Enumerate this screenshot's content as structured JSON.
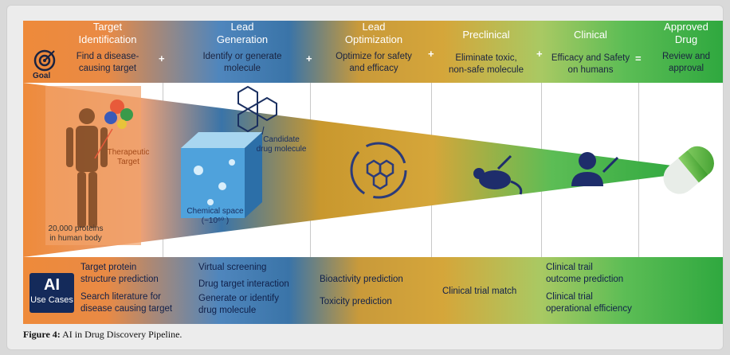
{
  "stages": [
    {
      "title": "Target\nIdentification",
      "desc": "Find a disease-\ncausing target"
    },
    {
      "title": "Lead\nGeneration",
      "desc": "Identify or generate\nmolecule"
    },
    {
      "title": "Lead\nOptimization",
      "desc": "Optimize for safety\nand efficacy"
    },
    {
      "title": "Preclinical",
      "desc": "Eliminate toxic,\nnon-safe molecule"
    },
    {
      "title": "Clinical",
      "desc": "Efficacy and Safety\non humans"
    },
    {
      "title": "Approved\nDrug",
      "desc": "Review and\napproval"
    }
  ],
  "operators": [
    "+",
    "+",
    "+",
    "+",
    "="
  ],
  "goal_label": "Goal",
  "funnel": {
    "body_label": "20,000 proteins\nin human body",
    "target_label": "Therapeutic\nTarget",
    "candidate_label": "Candidate\ndrug molecule",
    "chemical_space_label": "Chemical space\n(~10⁶⁰ )"
  },
  "ai_badge": {
    "big": "AI",
    "small": "Use Cases"
  },
  "use_cases": [
    [
      "Target protein\nstructure prediction",
      "Search literature for\ndisease causing target"
    ],
    [
      "Virtual screening",
      "Drug target interaction",
      "Generate or identify\ndrug molecule"
    ],
    [
      "Bioactivity prediction",
      "Toxicity prediction"
    ],
    [
      "Clinical trial match"
    ],
    [
      "Clinical trail\noutcome prediction",
      "Clinical trial\noperational efficiency"
    ]
  ],
  "caption": {
    "label": "Figure 4:",
    "text": " AI in Drug Discovery Pipeline."
  },
  "colors": {
    "orange": "#ee8a3a",
    "blue": "#3a74a8",
    "gold": "#d5a63a",
    "green": "#2fa83f",
    "navy": "#1a2340"
  }
}
